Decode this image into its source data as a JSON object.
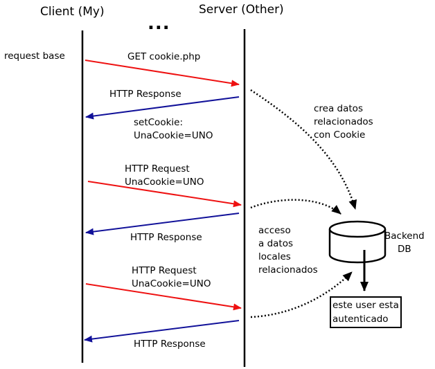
{
  "headers": {
    "client": "Client (My)",
    "server": "Server (Other)",
    "ellipsis": "..."
  },
  "labels": {
    "request_base": "request base",
    "get": "GET cookie.php",
    "resp1": "HTTP Response",
    "setcookie": "setCookie:\nUnaCookie=UNO",
    "req2": "HTTP Request\nUnaCookie=UNO",
    "resp2": "HTTP Response",
    "req3": "HTTP Request\nUnaCookie=UNO",
    "resp3": "HTTP Response",
    "crea": "crea datos\nrelacionados\ncon Cookie",
    "acceso": "acceso\na datos\nlocales\nrelacionados",
    "backend": "Backend\nDB",
    "auth": "este user esta\nautenticado"
  },
  "colors": {
    "request": "#ee1111",
    "response": "#111199",
    "line": "#000000"
  }
}
